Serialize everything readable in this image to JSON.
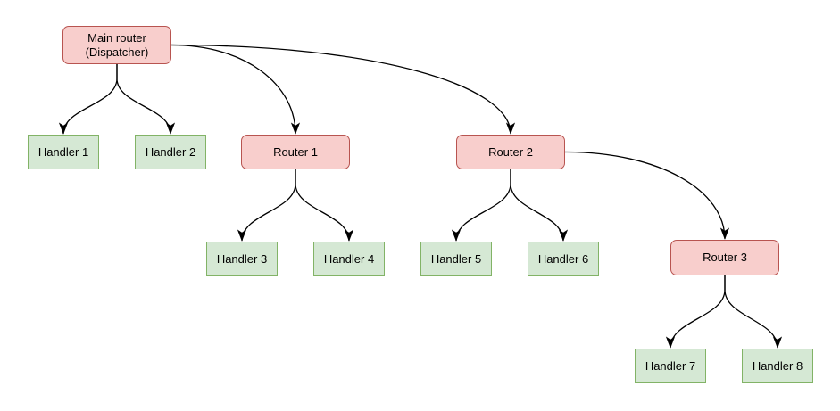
{
  "diagram": {
    "type": "tree",
    "nodes": [
      {
        "id": "main",
        "label": "Main router\n(Dispatcher)",
        "type": "router"
      },
      {
        "id": "handler1",
        "label": "Handler 1",
        "type": "handler"
      },
      {
        "id": "handler2",
        "label": "Handler 2",
        "type": "handler"
      },
      {
        "id": "router1",
        "label": "Router 1",
        "type": "router"
      },
      {
        "id": "router2",
        "label": "Router 2",
        "type": "router"
      },
      {
        "id": "handler3",
        "label": "Handler 3",
        "type": "handler"
      },
      {
        "id": "handler4",
        "label": "Handler 4",
        "type": "handler"
      },
      {
        "id": "handler5",
        "label": "Handler 5",
        "type": "handler"
      },
      {
        "id": "handler6",
        "label": "Handler 6",
        "type": "handler"
      },
      {
        "id": "router3",
        "label": "Router 3",
        "type": "router"
      },
      {
        "id": "handler7",
        "label": "Handler 7",
        "type": "handler"
      },
      {
        "id": "handler8",
        "label": "Handler 8",
        "type": "handler"
      }
    ],
    "edges": [
      {
        "from": "main",
        "to": "handler1"
      },
      {
        "from": "main",
        "to": "handler2"
      },
      {
        "from": "main",
        "to": "router1"
      },
      {
        "from": "main",
        "to": "router2"
      },
      {
        "from": "router1",
        "to": "handler3"
      },
      {
        "from": "router1",
        "to": "handler4"
      },
      {
        "from": "router2",
        "to": "handler5"
      },
      {
        "from": "router2",
        "to": "handler6"
      },
      {
        "from": "router2",
        "to": "router3"
      },
      {
        "from": "router3",
        "to": "handler7"
      },
      {
        "from": "router3",
        "to": "handler8"
      }
    ]
  },
  "colors": {
    "background": "#ffffff",
    "router_fill": "#f8cecc",
    "router_border": "#b85450",
    "handler_fill": "#d5e8d4",
    "handler_border": "#82b366",
    "edge": "#000000",
    "text": "#000000"
  }
}
